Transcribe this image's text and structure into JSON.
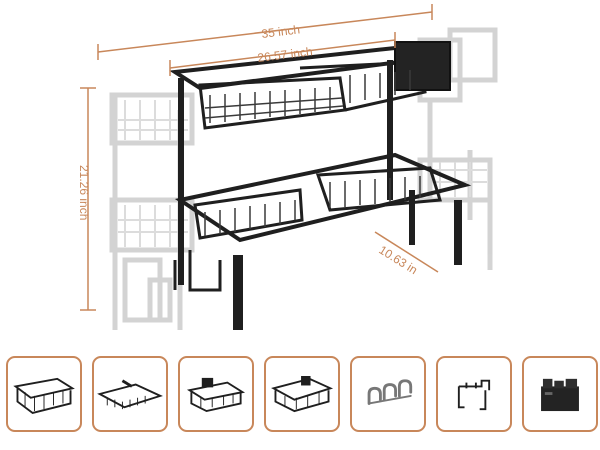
{
  "dimensions": {
    "overall_width": "35 inch",
    "inner_width": "26.57 inch",
    "height": "21.26 inch",
    "depth": "10.63 in"
  },
  "accent_color": "#c8875a",
  "thumbnails": [
    {
      "icon": "large-basket-icon"
    },
    {
      "icon": "drainer-tray-icon"
    },
    {
      "icon": "small-basket-icon"
    },
    {
      "icon": "medium-basket-icon"
    },
    {
      "icon": "utensil-hooks-icon"
    },
    {
      "icon": "hanging-hook-icon"
    },
    {
      "icon": "utensil-holder-icon"
    }
  ]
}
